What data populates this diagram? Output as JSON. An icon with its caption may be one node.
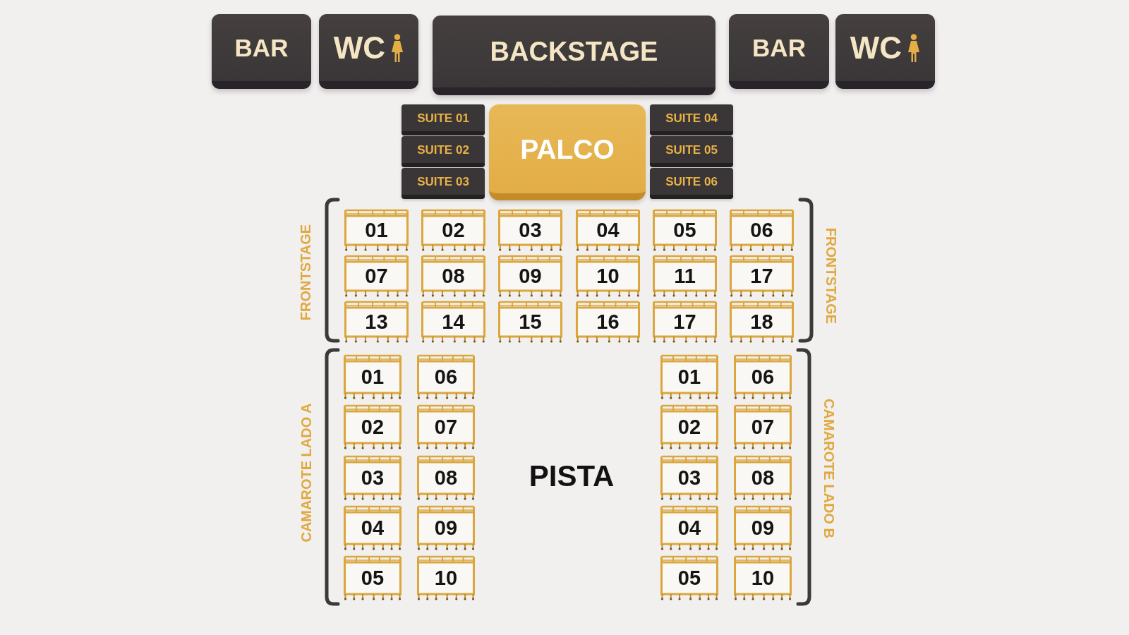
{
  "diagram": {
    "nodes": [
      {
        "text": [
          "BAR"
        ]
      },
      {
        "text": [
          "WC"
        ]
      },
      {
        "text": [
          "BACKSTAGE"
        ]
      },
      {
        "text": [
          "BAR"
        ]
      },
      {
        "text": [
          "WC"
        ]
      },
      {
        "text": [
          "SUITE 01"
        ]
      },
      {
        "text": [
          "PALCO"
        ]
      },
      {
        "text": [
          "SUITE 04"
        ]
      },
      {
        "text": [
          "SUITE 02"
        ]
      },
      {
        "text": [
          "SUITE 05"
        ]
      },
      {
        "text": [
          "SUITE 03"
        ]
      },
      {
        "text": [
          "SUITE 06"
        ]
      },
      {
        "text": [
          "01"
        ]
      },
      {
        "text": [
          "02"
        ]
      },
      {
        "text": [
          "03"
        ]
      },
      {
        "text": [
          "04"
        ]
      },
      {
        "text": [
          "05"
        ]
      },
      {
        "text": [
          "06"
        ]
      },
      {
        "text": [
          "07"
        ]
      },
      {
        "text": [
          "08"
        ]
      },
      {
        "text": [
          "09"
        ]
      },
      {
        "text": [
          "10"
        ]
      },
      {
        "text": [
          "11"
        ]
      },
      {
        "text": [
          "17"
        ]
      },
      {
        "text": [
          "13"
        ]
      },
      {
        "text": [
          "14"
        ]
      },
      {
        "text": [
          "15"
        ]
      },
      {
        "text": [
          "16"
        ]
      },
      {
        "text": [
          "17"
        ]
      },
      {
        "text": [
          "18"
        ]
      },
      {
        "text": [
          "01"
        ]
      },
      {
        "text": [
          "06"
        ]
      },
      {
        "text": [
          "02"
        ]
      },
      {
        "text": [
          "07"
        ]
      },
      {
        "text": [
          "03"
        ]
      },
      {
        "text": [
          "08"
        ]
      },
      {
        "text": [
          "04"
        ]
      },
      {
        "text": [
          "09"
        ]
      },
      {
        "text": [
          "05"
        ]
      },
      {
        "text": [
          "10"
        ]
      },
      {
        "text": [
          "01"
        ]
      },
      {
        "text": [
          "06"
        ]
      },
      {
        "text": [
          "02"
        ]
      },
      {
        "text": [
          "07"
        ]
      },
      {
        "text": [
          "03"
        ]
      },
      {
        "text": [
          "08"
        ]
      },
      {
        "text": [
          "04"
        ]
      },
      {
        "text": [
          "09"
        ]
      },
      {
        "text": [
          "05"
        ]
      },
      {
        "text": [
          "10"
        ]
      }
    ],
    "labels": [
      "FRONTSTAGE",
      "FRONTSTAGE",
      "CAMAROTE LADO A",
      "PISTA",
      "CAMAROTE LADO B"
    ]
  }
}
